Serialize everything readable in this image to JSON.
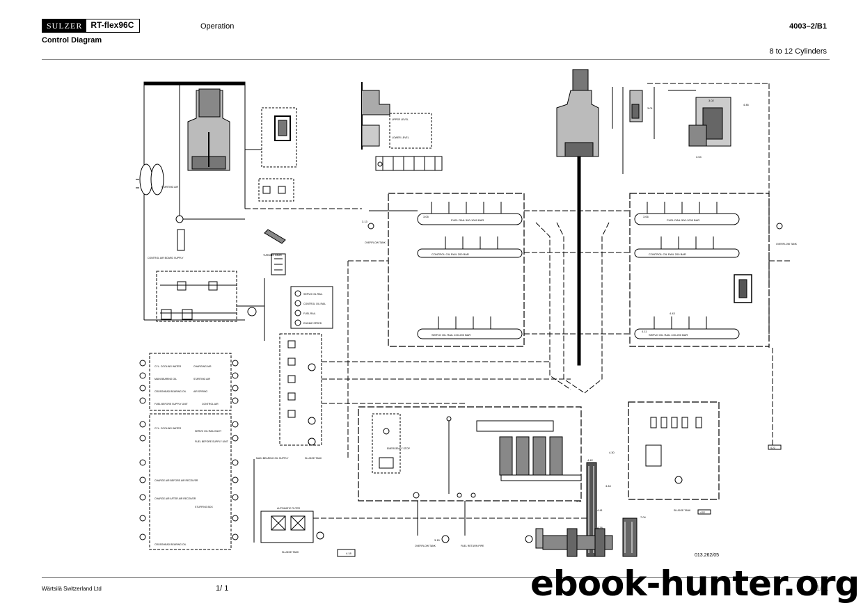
{
  "header": {
    "logo_brand": "SULZER",
    "logo_model": "RT-flex96C",
    "section": "Operation",
    "doc_code": "4003–2/B1",
    "title": "Control Diagram",
    "cylinders": "8 to 12 Cylinders"
  },
  "diagram": {
    "rail_fuel_left": "FUEL RAIL 500-1000 BAR",
    "rail_control_left": "CONTROL OIL RAIL 200 BAR",
    "rail_servo_left": "SERVO OIL RAIL 100-200 BAR",
    "rail_fuel_right": "FUEL RAIL 500-1000 BAR",
    "rail_control_right": "CONTROL OIL RAIL 200 BAR",
    "rail_servo_right": "SERVO OIL RAIL 100-200 BAR",
    "lbl_starting_air": "STARTING AIR",
    "lbl_turning_gear": "TURNING GEAR",
    "lbl_control_air": "CONTROL AIR BOARD SUPPLY",
    "lbl_overflow_tank_l": "OVERFLOW TANK",
    "lbl_overflow_tank_r": "OVERFLOW TANK",
    "lbl_sludge_tank_1": "SLUDGE TANK",
    "lbl_sludge_tank_2": "SLUDGE TANK",
    "lbl_sludge_tank_3": "SLUDGE TANK",
    "lbl_upper_level": "UPPER LEVEL",
    "lbl_lower_level": "LOWER LEVEL",
    "lbl_auto_filter": "AUTOMATIC FILTER",
    "lbl_fuel_return": "FUEL RETURN PIPE",
    "lbl_overflow_tank_b": "OVERFLOW TANK",
    "lbl_emergency_stop": "EMERGENCY STOP",
    "lbl_main_bearing": "MAIN BEARING OIL SUPPLY",
    "gauges": [
      "SERVO OIL RAIL",
      "CONTROL OIL RAIL",
      "FUEL RAIL",
      "ENGINE SPEED"
    ],
    "left_panel": [
      "CYL. COOLING WATER",
      "CHARGING AIR",
      "MAIN BEARING OIL",
      "STARTING AIR",
      "CROSSHEAD BEARING OIL",
      "AIR SPRING",
      "FUEL BEFORE SUPPLY UNIT",
      "CONTROL AIR"
    ],
    "left_panel2": [
      "CYL. COOLING WATER",
      "SERVO OIL RAIL INLET",
      "FUEL BEFORE SUPPLY UNIT",
      "CHARGE AIR BEFORE AIR RECEIVER",
      "CHARGE AIR AFTER AIR RECEIVER",
      "STUFFING BOX",
      "CROSSHEAD BEARING OIL"
    ],
    "ref_4_22": "4.22",
    "ref_4_02": "4.02",
    "ref_4_18": "4.18",
    "ref_3_15": "3.15",
    "ref_4_31": "4.31",
    "ref_4_38": "4.38",
    "ref_4_41": "4.41",
    "ref_4_42": "4.42",
    "ref_4_44": "4.44",
    "ref_4_30": "4.30",
    "ref_7_04": "7.04",
    "ref_3_06": "3.06",
    "ref_3_05": "3.05",
    "ref_3_13": "3.13",
    "ref_4_11": "4.11",
    "ref_4_43": "4.43",
    "ref_3_04": "3.04",
    "ref_3_02": "3.02",
    "ref_3_01": "3.01",
    "ref_4_46": "4.46"
  },
  "footer": {
    "company": "Wärtsilä Switzerland Ltd",
    "page": "1/ 1",
    "page_right": "1/ 1",
    "drawing_no": "013.262/05",
    "watermark": "ebook-hunter.org"
  },
  "colors": {
    "ink": "#000000",
    "rule": "#888888",
    "watermark": "#000000"
  }
}
